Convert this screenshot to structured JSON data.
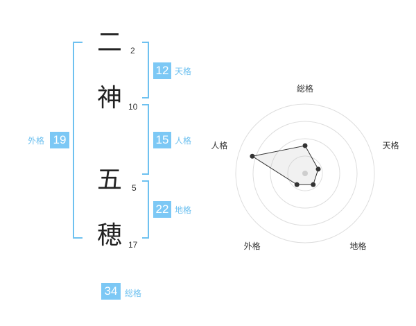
{
  "name": {
    "characters": [
      {
        "char": "二",
        "strokes": "2"
      },
      {
        "char": "神",
        "strokes": "10"
      },
      {
        "char": "五",
        "strokes": "5"
      },
      {
        "char": "穂",
        "strokes": "17"
      }
    ]
  },
  "grid": {
    "ten": {
      "value": "12",
      "label": "天格"
    },
    "jin": {
      "value": "15",
      "label": "人格"
    },
    "chi": {
      "value": "22",
      "label": "地格"
    },
    "gai": {
      "value": "19",
      "label": "外格"
    },
    "sou": {
      "value": "34",
      "label": "総格"
    }
  },
  "colors": {
    "accent": "#7cc8f5",
    "bracket": "#6ec1f0"
  },
  "chart_data": {
    "type": "radar",
    "axes": [
      "総格",
      "天格",
      "地格",
      "外格",
      "人格"
    ],
    "values": [
      2,
      1,
      1,
      1,
      4
    ],
    "rmax": 5,
    "rings": 4
  }
}
